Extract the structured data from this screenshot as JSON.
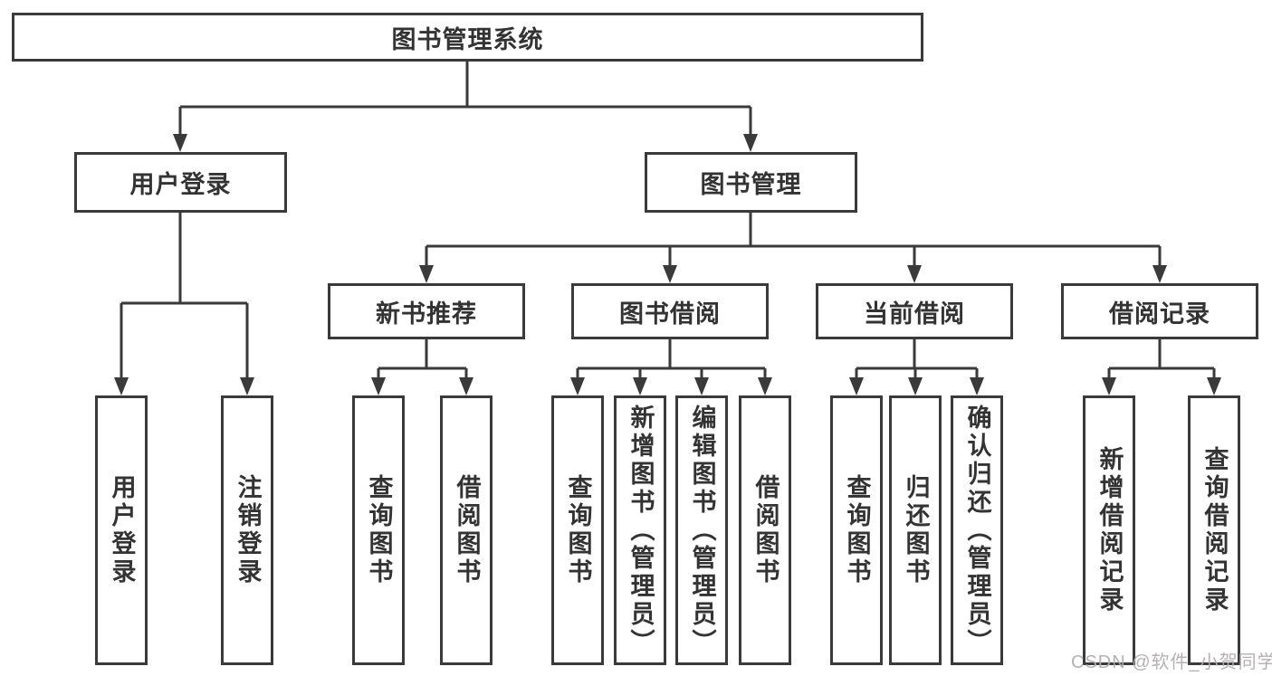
{
  "tree": {
    "root": {
      "label": "图书管理系统"
    },
    "user_branch": {
      "label": "用户登录",
      "children": [
        {
          "label": "用户登录"
        },
        {
          "label": "注销登录"
        }
      ]
    },
    "book_branch": {
      "label": "图书管理",
      "sections": [
        {
          "label": "新书推荐",
          "children": [
            {
              "label": "查询图书"
            },
            {
              "label": "借阅图书"
            }
          ]
        },
        {
          "label": "图书借阅",
          "children": [
            {
              "label": "查询图书"
            },
            {
              "label": "新增图书（管理员）"
            },
            {
              "label": "编辑图书（管理员）"
            },
            {
              "label": "借阅图书"
            }
          ]
        },
        {
          "label": "当前借阅",
          "children": [
            {
              "label": "查询图书"
            },
            {
              "label": "归还图书"
            },
            {
              "label": "确认归还（管理员）"
            }
          ]
        },
        {
          "label": "借阅记录",
          "children": [
            {
              "label": "新增借阅记录"
            },
            {
              "label": "查询借阅记录"
            }
          ]
        }
      ]
    }
  },
  "watermark": "CSDN @软件_小贺同学",
  "colors": {
    "line": "#3a3a3a",
    "text": "#333333",
    "box_background": "#ffffff",
    "page_background": "#ffffff",
    "watermark": "#b2adad"
  }
}
